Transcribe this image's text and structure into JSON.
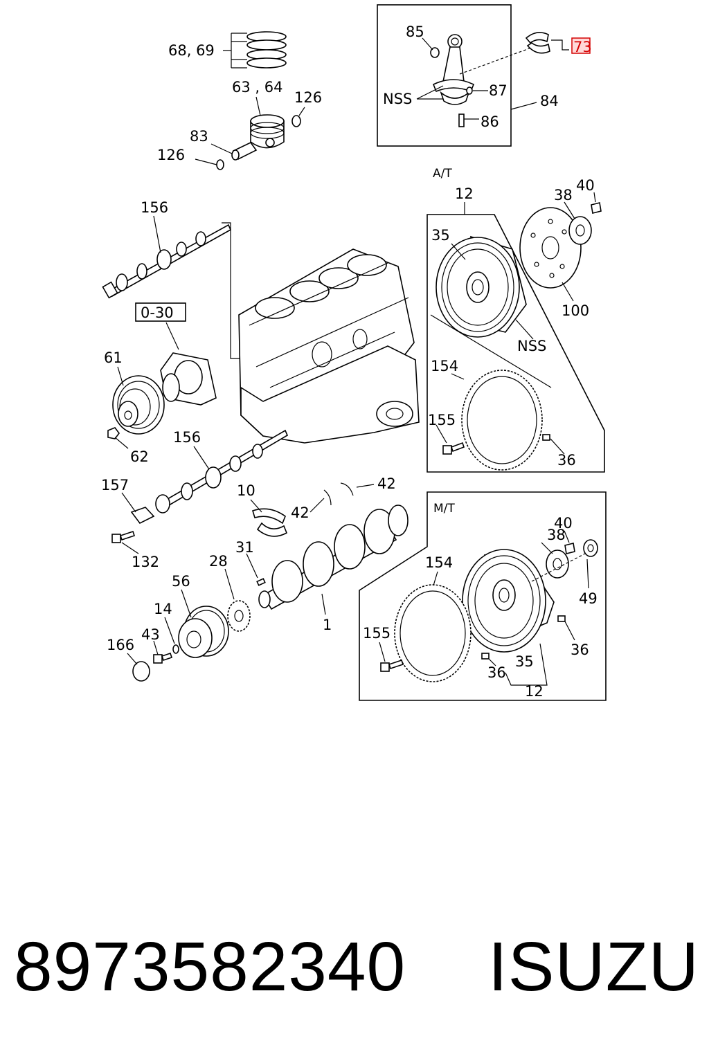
{
  "labels": {
    "l_68_69": "68, 69",
    "l_63_64": "63 , 64",
    "l_126a": "126",
    "l_83": "83",
    "l_126b": "126",
    "l_85": "85",
    "l_73": "73",
    "l_nss_rod": "NSS",
    "l_87": "87",
    "l_84": "84",
    "l_86": "86",
    "l_at": "A/T",
    "l_12_at": "12",
    "l_38_at": "38",
    "l_40_at": "40",
    "l_35_at": "35",
    "l_100": "100",
    "l_nss_at": "NSS",
    "l_154_at": "154",
    "l_155_at": "155",
    "l_36_at": "36",
    "l_156_top": "156",
    "l_0_30": "0-30",
    "l_61": "61",
    "l_62": "62",
    "l_156_mid": "156",
    "l_157": "157",
    "l_132": "132",
    "l_10": "10",
    "l_42a": "42",
    "l_42b": "42",
    "l_31": "31",
    "l_28": "28",
    "l_56": "56",
    "l_1": "1",
    "l_14": "14",
    "l_43": "43",
    "l_166": "166",
    "l_mt": "M/T",
    "l_40_mt": "40",
    "l_38_mt": "38",
    "l_49": "49",
    "l_154_mt": "154",
    "l_155_mt": "155",
    "l_36_mt_a": "36",
    "l_36_mt_b": "36",
    "l_35_mt": "35",
    "l_12_mt": "12"
  },
  "footer": {
    "part_number": "8973582340",
    "brand": "ISUZU"
  },
  "colors": {
    "ink": "#000000",
    "highlight": "#d40000",
    "highlight_fill": "#ffd9d9",
    "background": "#ffffff"
  }
}
